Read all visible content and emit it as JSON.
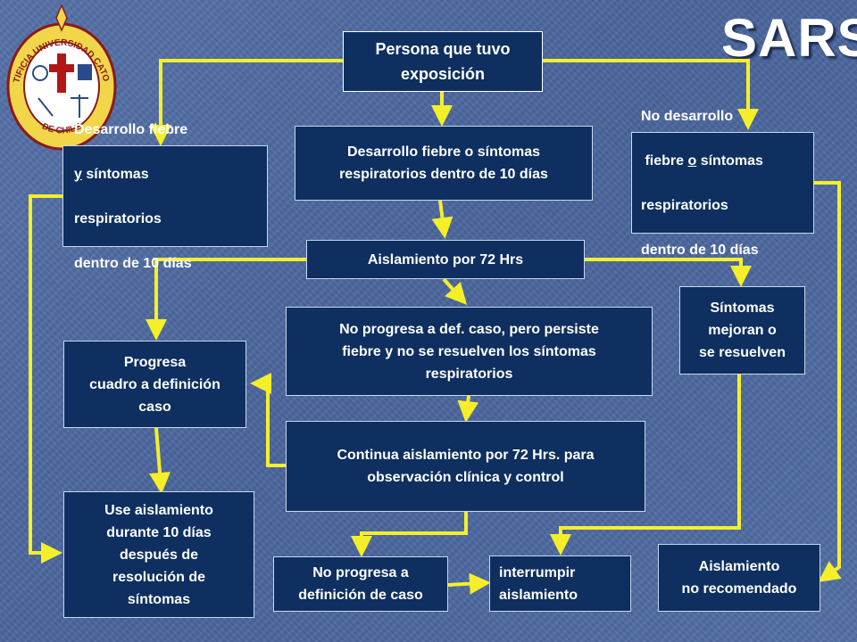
{
  "title": "SARS",
  "colors": {
    "background": "#4f6da3",
    "box_fill": "#0e2f5f",
    "arrow": "#f5ef2a",
    "text": "#ffffff"
  },
  "logo": {
    "icon": "university-seal-icon",
    "top_text": "PONTIFICIA UNIVERSIDAD CATOLICA",
    "bottom_text": "DE CHILE"
  },
  "nodes": {
    "exposure": "Persona que tuvo\nexposición",
    "fever_and_symptoms": "Desarrollo fiebre\ny síntomas\nrespiratorios\ndentro de 10 días",
    "fever_and_underline": "y",
    "fever_and_rest": " síntomas",
    "fever_or_symptoms": "Desarrollo fiebre o síntomas\nrespiratorios dentro de 10 días",
    "no_fever": {
      "line1": "No desarrollo",
      "line2_pre": " fiebre ",
      "line2_underline": "o",
      "line2_post": " síntomas",
      "line3": "respiratorios",
      "line4": "dentro de 10 días"
    },
    "isolation_72": "Aislamiento por 72 Hrs",
    "symptoms_improve": "Síntomas\nmejoran o\nse resuelven",
    "no_progress_persist": "No progresa a def. caso, pero persiste\nfiebre y no se resuelven los síntomas\nrespiratorios",
    "progress_case": "Progresa\ncuadro a definición\ncaso",
    "continue_isolation": "Continua aislamiento por 72 Hrs. para\nobservación clínica y control",
    "use_isolation": "Use aislamiento\ndurante 10 días\n después de\nresolución de\nsíntomas",
    "no_progress_case": "No progresa a\ndefinición de caso",
    "interrupt": "interrumpir\naislamiento",
    "not_recommended": "Aislamiento\nno recomendado"
  }
}
